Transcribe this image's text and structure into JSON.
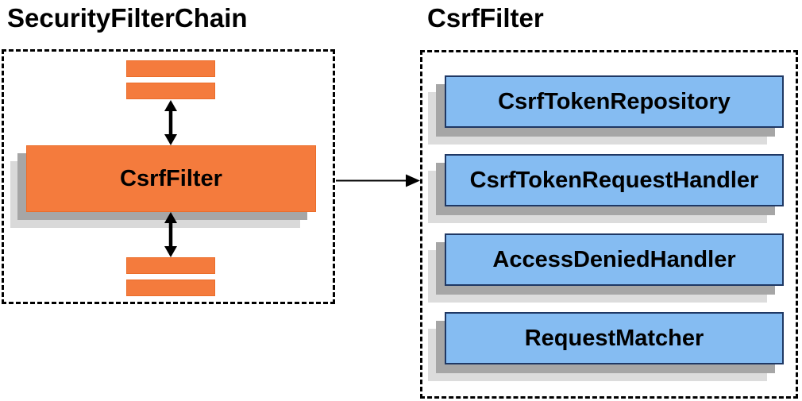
{
  "left_panel": {
    "title": "SecurityFilterChain",
    "filter_box_label": "CsrfFilter"
  },
  "right_panel": {
    "title": "CsrfFilter",
    "components": [
      {
        "label": "CsrfTokenRepository"
      },
      {
        "label": "CsrfTokenRequestHandler"
      },
      {
        "label": "AccessDeniedHandler"
      },
      {
        "label": "RequestMatcher"
      }
    ]
  },
  "colors": {
    "orange_fill": "#f47b3d",
    "orange_border": "#ea6d2a",
    "blue_fill": "#85bcf2",
    "blue_border": "#1f3864",
    "shadow_dark": "#a6a6a6",
    "shadow_light": "#d9d9d9",
    "arrow": "#000000",
    "dashed_border": "#000000"
  }
}
